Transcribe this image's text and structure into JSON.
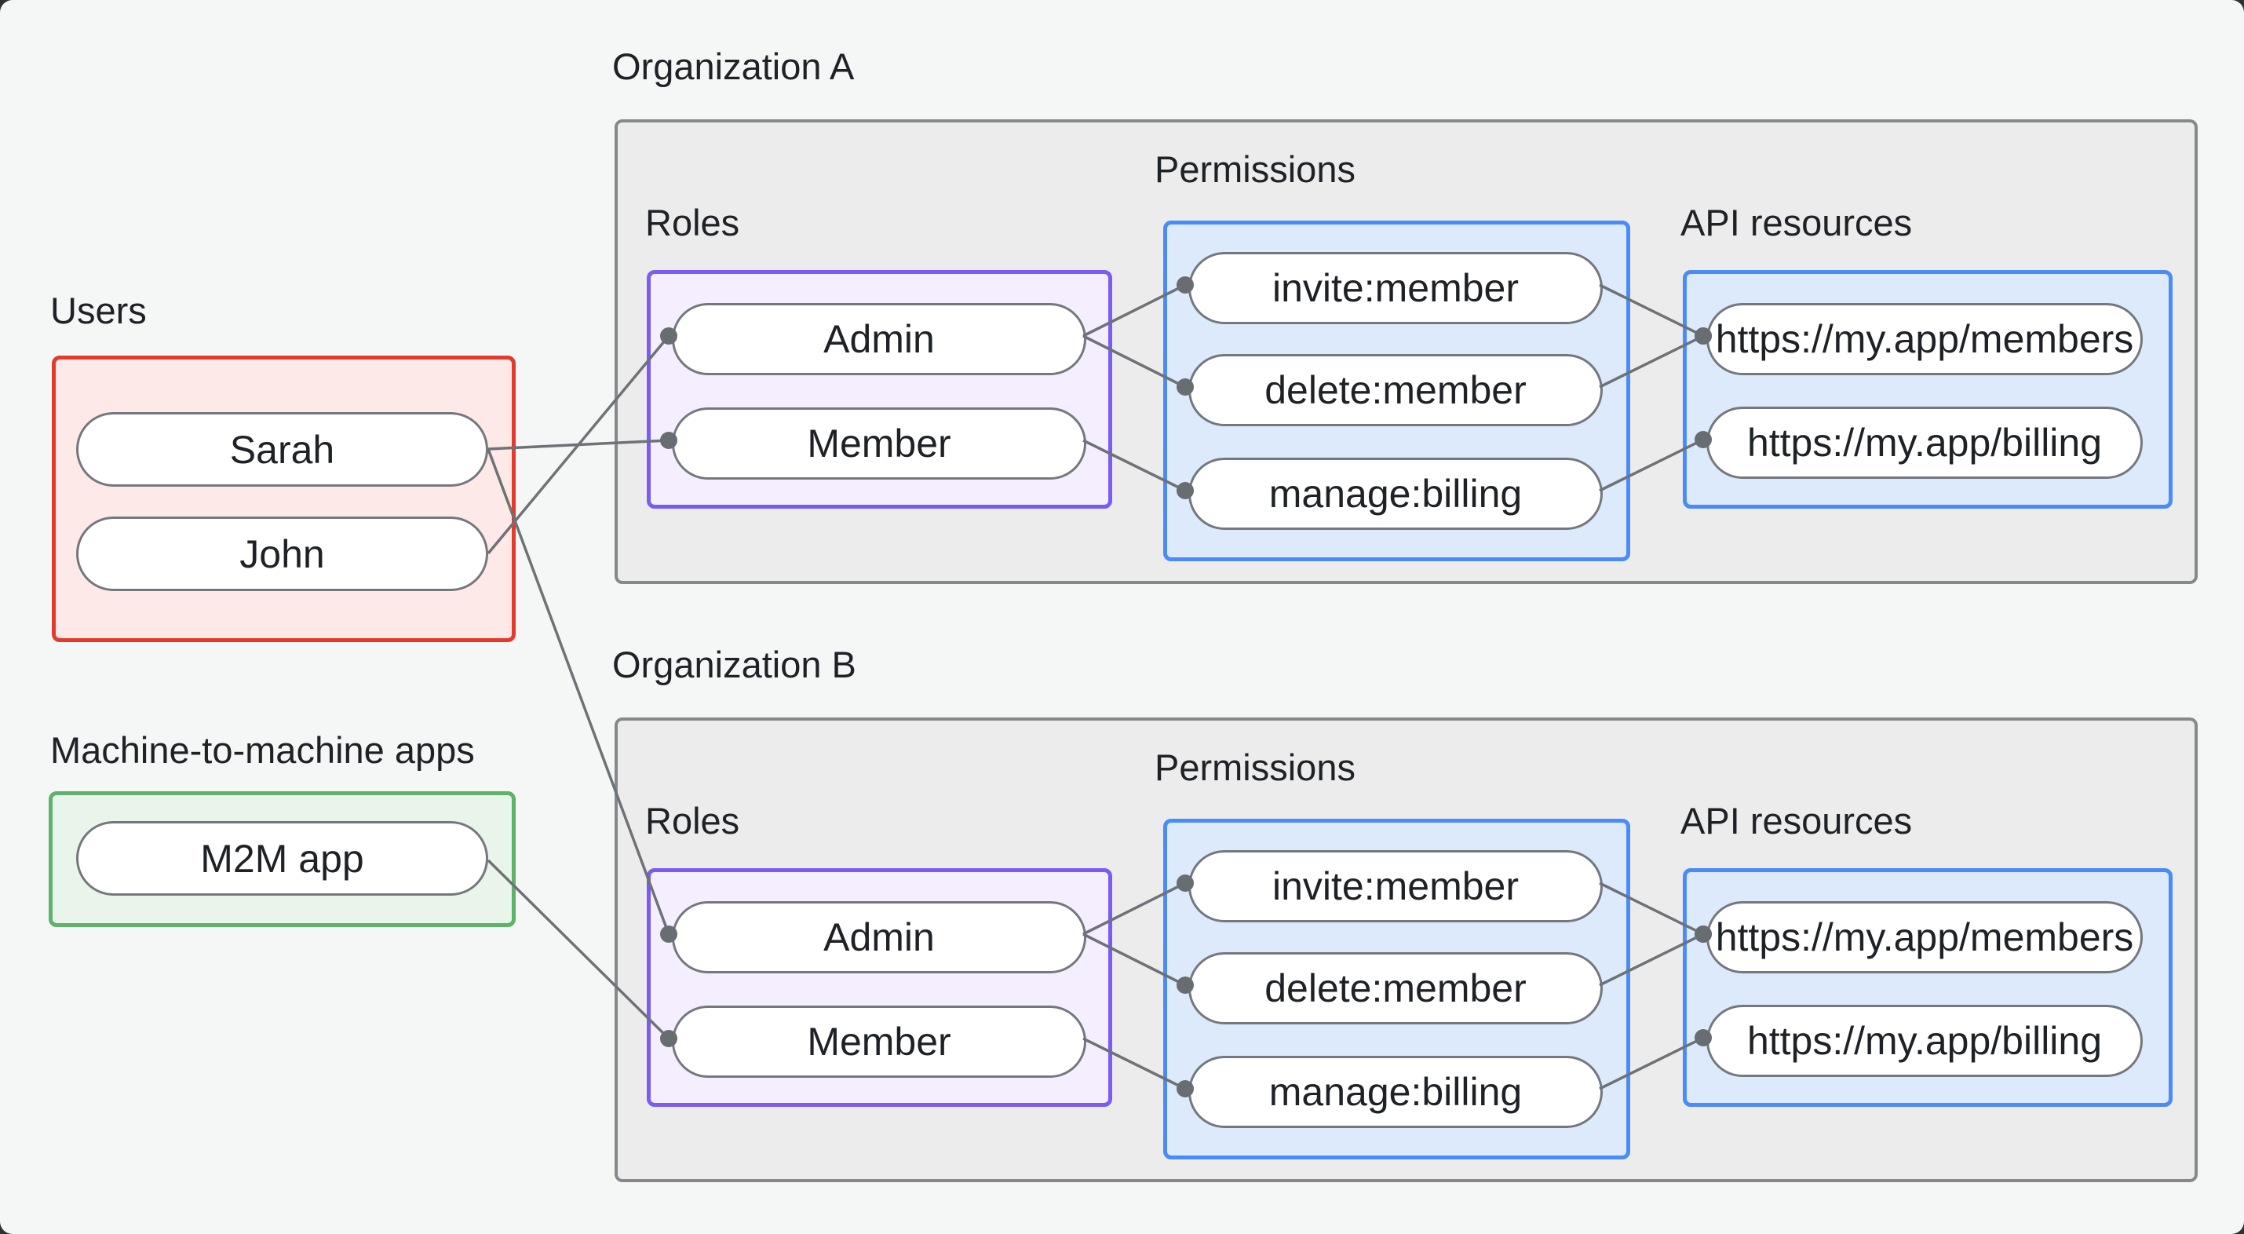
{
  "colors": {
    "background": "#f5f7f6",
    "org_fill": "#ececed",
    "org_border": "#85898c",
    "users_border": "#e23b2e",
    "users_fill": "#fdeae8",
    "m2m_border": "#5eb269",
    "m2m_fill": "#e9f5ea",
    "roles_border": "#7c5bf5",
    "roles_fill": "#f4eefe",
    "blue_border": "#4a8cf7",
    "blue_fill": "#ddeafc",
    "pill_border": "#74787c",
    "connector_line": "#6e7276",
    "connector_dot": "#686d71",
    "text": "#1e2226"
  },
  "users_group": {
    "label": "Users",
    "items": [
      {
        "id": "sarah",
        "label": "Sarah"
      },
      {
        "id": "john",
        "label": "John"
      }
    ]
  },
  "m2m_group": {
    "label": "Machine-to-machine apps",
    "items": [
      {
        "id": "m2m-app",
        "label": "M2M app"
      }
    ]
  },
  "organizations": [
    {
      "id": "orgA",
      "label": "Organization A",
      "roles": {
        "label": "Roles",
        "items": [
          {
            "id": "orgA.admin",
            "label": "Admin"
          },
          {
            "id": "orgA.member",
            "label": "Member"
          }
        ]
      },
      "permissions": {
        "label": "Permissions",
        "items": [
          {
            "id": "orgA.invite",
            "label": "invite:member"
          },
          {
            "id": "orgA.delete",
            "label": "delete:member"
          },
          {
            "id": "orgA.manage",
            "label": "manage:billing"
          }
        ]
      },
      "api_resources": {
        "label": "API resources",
        "items": [
          {
            "id": "orgA.members",
            "label": "https://my.app/members"
          },
          {
            "id": "orgA.billing",
            "label": "https://my.app/billing"
          }
        ]
      }
    },
    {
      "id": "orgB",
      "label": "Organization B",
      "roles": {
        "label": "Roles",
        "items": [
          {
            "id": "orgB.admin",
            "label": "Admin"
          },
          {
            "id": "orgB.member",
            "label": "Member"
          }
        ]
      },
      "permissions": {
        "label": "Permissions",
        "items": [
          {
            "id": "orgB.invite",
            "label": "invite:member"
          },
          {
            "id": "orgB.delete",
            "label": "delete:member"
          },
          {
            "id": "orgB.manage",
            "label": "manage:billing"
          }
        ]
      },
      "api_resources": {
        "label": "API resources",
        "items": [
          {
            "id": "orgB.members",
            "label": "https://my.app/members"
          },
          {
            "id": "orgB.billing",
            "label": "https://my.app/billing"
          }
        ]
      }
    }
  ],
  "connections": [
    {
      "from": "sarah",
      "to": "orgA.member"
    },
    {
      "from": "john",
      "to": "orgA.admin"
    },
    {
      "from": "sarah",
      "to": "orgB.admin"
    },
    {
      "from": "m2m-app",
      "to": "orgB.member"
    },
    {
      "from": "orgA.admin",
      "to": "orgA.invite"
    },
    {
      "from": "orgA.admin",
      "to": "orgA.delete"
    },
    {
      "from": "orgA.member",
      "to": "orgA.manage"
    },
    {
      "from": "orgA.invite",
      "to": "orgA.members"
    },
    {
      "from": "orgA.delete",
      "to": "orgA.members"
    },
    {
      "from": "orgA.manage",
      "to": "orgA.billing"
    },
    {
      "from": "orgB.admin",
      "to": "orgB.invite"
    },
    {
      "from": "orgB.admin",
      "to": "orgB.delete"
    },
    {
      "from": "orgB.member",
      "to": "orgB.manage"
    },
    {
      "from": "orgB.invite",
      "to": "orgB.members"
    },
    {
      "from": "orgB.delete",
      "to": "orgB.members"
    },
    {
      "from": "orgB.manage",
      "to": "orgB.billing"
    }
  ]
}
